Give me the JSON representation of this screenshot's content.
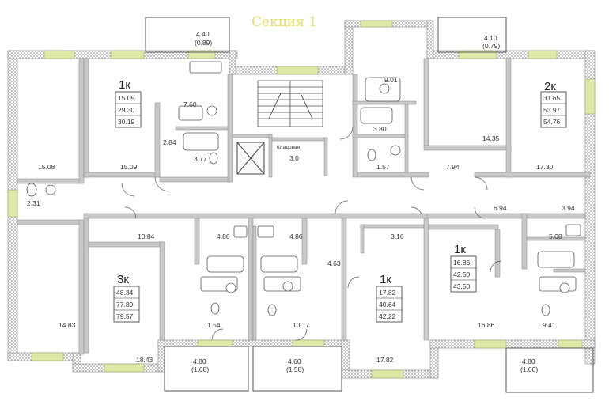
{
  "plan": {
    "section_title": "Секция 1",
    "storage_label": "Кладовая",
    "colors": {
      "wall": "#b8b8b8",
      "window": "#dfe8a6",
      "title": "#e3e266",
      "line": "#555555"
    },
    "apartments": {
      "a1k_top": {
        "type": "1к",
        "areas": [
          "15.09",
          "29.30",
          "30.19"
        ]
      },
      "a2k": {
        "type": "2к",
        "areas": [
          "31.65",
          "53.97",
          "54.76"
        ]
      },
      "a3k": {
        "type": "3к",
        "areas": [
          "48.34",
          "77.89",
          "79.57"
        ]
      },
      "a1k_mid": {
        "type": "1к",
        "areas": [
          "17.82",
          "40.64",
          "42.22"
        ]
      },
      "a1k_right": {
        "type": "1к",
        "areas": [
          "16.86",
          "42.50",
          "43.50"
        ]
      }
    },
    "rooms": {
      "r_15_08": "15.08",
      "r_2_31": "2.31",
      "r_14_83": "14.83",
      "r_15_09": "15.09",
      "r_7_60": "7.60",
      "r_2_84": "2.84",
      "r_3_77": "3.77",
      "r_storage": "3.0",
      "r_9_01": "9.01",
      "r_3_80": "3.80",
      "r_1_57": "1.57",
      "r_14_35": "14.35",
      "r_7_94": "7.94",
      "r_17_30": "17.30",
      "r_6_94": "6.94",
      "r_3_94": "3.94",
      "r_10_84": "10.84",
      "r_4_86a": "4.86",
      "r_4_86b": "4.86",
      "r_3_16": "3.16",
      "r_4_63": "4.63",
      "r_5_08": "5.08",
      "r_11_54": "11.54",
      "r_10_17": "10.17",
      "r_16_86": "16.86",
      "r_9_41": "9.41",
      "r_18_43": "18.43",
      "r_17_82": "17.82"
    },
    "balconies": {
      "b_top_left": {
        "area": "4.40",
        "sub": "(0.89)"
      },
      "b_top_right": {
        "area": "4.10",
        "sub": "(0.79)"
      },
      "b_bot_left": {
        "area": "4.80",
        "sub": "(1.68)"
      },
      "b_bot_mid": {
        "area": "4.60",
        "sub": "(1.58)"
      },
      "b_bot_right": {
        "area": "4.80",
        "sub": "(1.00)"
      }
    }
  }
}
